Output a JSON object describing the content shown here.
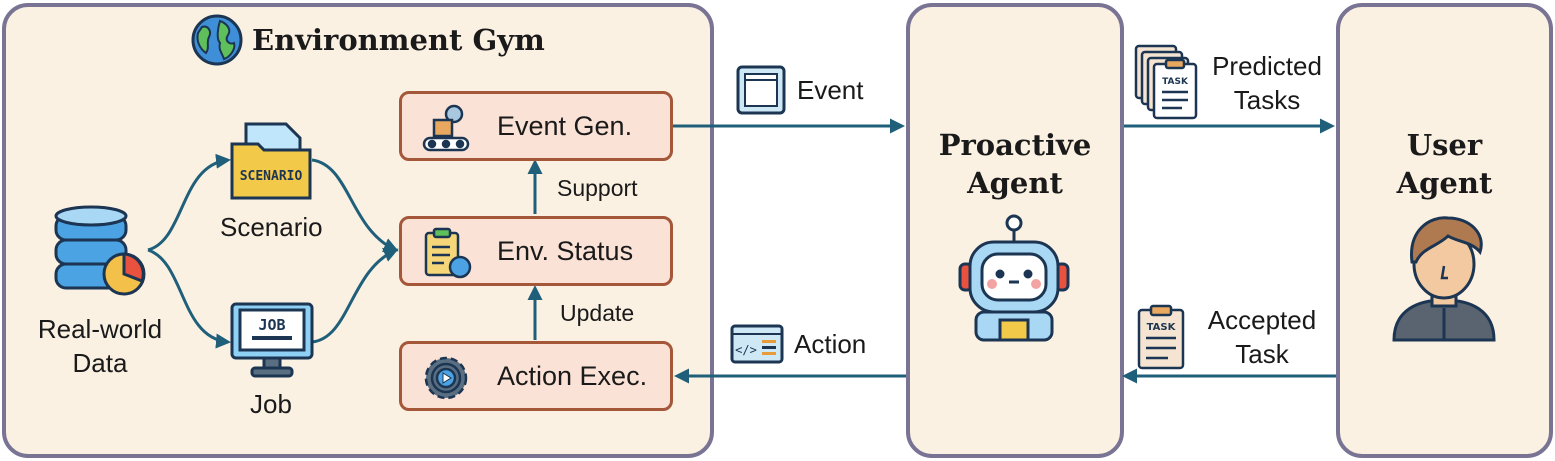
{
  "colors": {
    "panel_fill": "#fbf1e3",
    "panel_border": "#7a7494",
    "box_fill": "#fbe2d6",
    "box_border": "#a5573a",
    "arrow": "#1f5f7a"
  },
  "env_gym": {
    "title": "Environment Gym",
    "icon": "globe-icon",
    "data_source": {
      "label_line1": "Real-world",
      "label_line2": "Data",
      "icon": "database-chart-icon"
    },
    "scenario": {
      "label": "Scenario",
      "icon_text": "SCENARIO",
      "icon": "scenario-folder-icon"
    },
    "job": {
      "label": "Job",
      "icon_text": "JOB",
      "icon": "job-monitor-icon"
    },
    "event_gen": {
      "label": "Event Gen.",
      "icon": "conveyor-gear-icon"
    },
    "env_status": {
      "label": "Env. Status",
      "icon": "clipboard-chart-icon"
    },
    "action_exec": {
      "label": "Action Exec.",
      "icon": "gear-play-icon"
    },
    "support_label": "Support",
    "update_label": "Update"
  },
  "flows": {
    "event_label": "Event",
    "event_icon": "window-icon",
    "action_label": "Action",
    "action_icon": "code-window-icon",
    "predicted_line1": "Predicted",
    "predicted_line2": "Tasks",
    "predicted_icon": "task-stack-icon",
    "accepted_line1": "Accepted",
    "accepted_line2": "Task",
    "accepted_icon": "task-clipboard-icon",
    "task_icon_text": "TASK"
  },
  "proactive_agent": {
    "title_line1": "Proactive",
    "title_line2": "Agent",
    "icon": "robot-icon"
  },
  "user_agent": {
    "title_line1": "User",
    "title_line2": "Agent",
    "icon": "user-avatar-icon"
  }
}
